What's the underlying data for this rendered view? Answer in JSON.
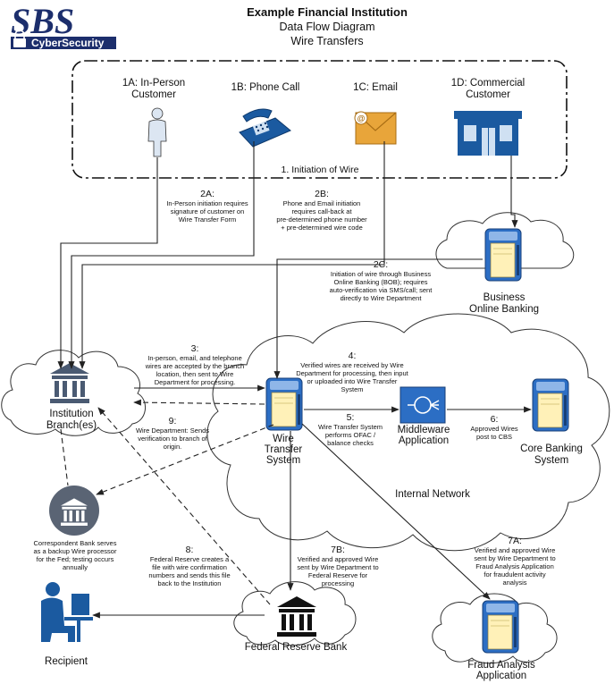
{
  "header": {
    "title": "Example Financial Institution",
    "subtitle1": "Data Flow Diagram",
    "subtitle2": "Wire Transfers"
  },
  "logo": {
    "main": "SBS",
    "sub": "CyberSecurity"
  },
  "initiation": {
    "label": "1. Initiation of Wire",
    "sources": [
      {
        "code": "1A: In-Person",
        "line2": "Customer",
        "icon": "person-icon"
      },
      {
        "code": "1B: Phone Call",
        "line2": "",
        "icon": "phone-icon"
      },
      {
        "code": "1C: Email",
        "line2": "",
        "icon": "email-icon"
      },
      {
        "code": "1D: Commercial",
        "line2": "Customer",
        "icon": "storefront-icon"
      }
    ]
  },
  "nodes": {
    "bob": [
      "Business",
      "Online Banking"
    ],
    "branch": [
      "Institution",
      "Branch(es)"
    ],
    "wts": [
      "Wire",
      "Transfer",
      "System"
    ],
    "middleware": [
      "Middleware",
      "Application"
    ],
    "cbs": [
      "Core Banking",
      "System"
    ],
    "internal": "Internal Network",
    "correspondent": [
      "Correspondent Bank serves",
      "as a backup Wire processor",
      "for the Fed; testing occurs",
      "annually"
    ],
    "fed": "Federal Reserve Bank",
    "fraud": [
      "Fraud Analysis",
      "Application"
    ],
    "recipient": "Recipient"
  },
  "steps": {
    "s2a": {
      "num": "2A:",
      "lines": [
        "In-Person initiation requires",
        "signature of customer on",
        "Wire Transfer Form"
      ]
    },
    "s2b": {
      "num": "2B:",
      "lines": [
        "Phone and Email initiation",
        "requires call-back at",
        "pre-determined phone number",
        "+ pre-determined wire code"
      ]
    },
    "s2c": {
      "num": "2C:",
      "lines": [
        "Initiation of wire through Business",
        "Online Banking (BOB); requires",
        "auto-verification via SMS/call; sent",
        "directly to Wire Department"
      ]
    },
    "s3": {
      "num": "3:",
      "lines": [
        "In-person, email, and telephone",
        "wires are accepted by the branch",
        "location, then sent to Wire",
        "Department for processing."
      ]
    },
    "s4": {
      "num": "4:",
      "lines": [
        "Verified wires are received by Wire",
        "Department for processing, then input",
        "or uploaded into Wire Transfer",
        "System"
      ]
    },
    "s5": {
      "num": "5:",
      "lines": [
        "Wire Transfer System",
        "performs OFAC /",
        "balance checks"
      ]
    },
    "s6": {
      "num": "6:",
      "lines": [
        "Approved Wires",
        "post to CBS"
      ]
    },
    "s9": {
      "num": "9:",
      "lines": [
        "Wire Department: Sends",
        "verification to branch of",
        "origin."
      ]
    },
    "s8": {
      "num": "8:",
      "lines": [
        "Federal Reserve creates a",
        "file with wire confirmation",
        "numbers and sends this file",
        "back to the Institution"
      ]
    },
    "s7b": {
      "num": "7B:",
      "lines": [
        "Verified and approved Wire",
        "sent by Wire Department to",
        "Federal Reserve for",
        "processing"
      ]
    },
    "s7a": {
      "num": "7A:",
      "lines": [
        "Verified and approved Wire",
        "sent by Wire Department to",
        "Fraud Analysis Application",
        "for fraudulent activity",
        "analysis"
      ]
    }
  },
  "colors": {
    "navy": "#1c2e6c",
    "steel": "#4a5a72",
    "phoneBlue": "#1b5aa0",
    "mailGold": "#e8a53a",
    "serverBlue": "#2c6ec4",
    "serverCream": "#fff1b8"
  }
}
